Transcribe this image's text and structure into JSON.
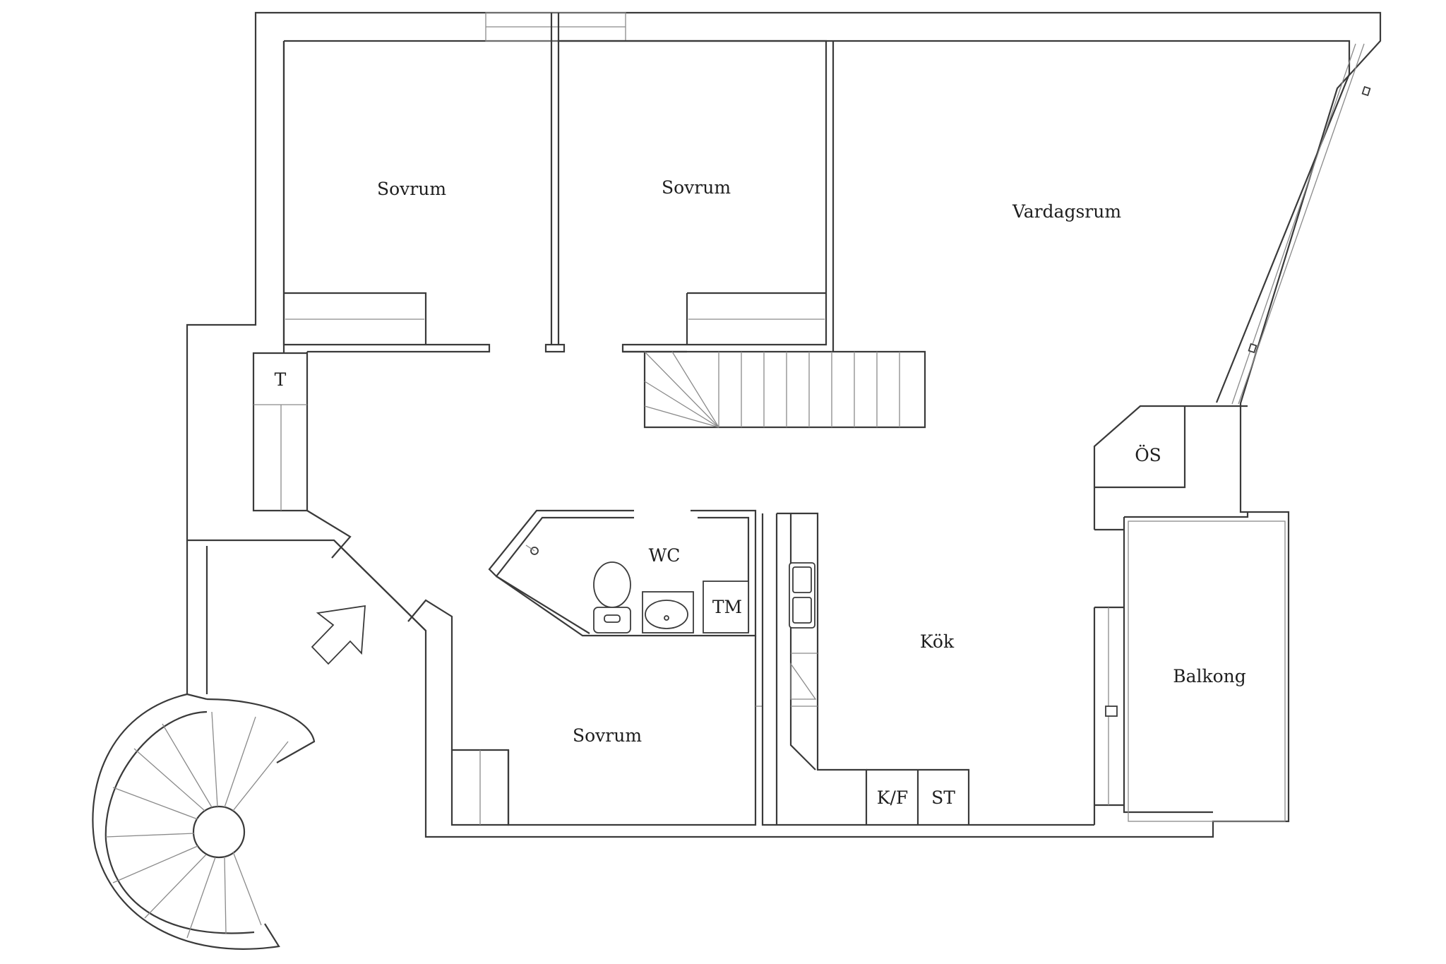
{
  "rooms": {
    "bedroom_1": "Sovrum",
    "bedroom_2": "Sovrum",
    "bedroom_3": "Sovrum",
    "living_room": "Vardagsrum",
    "kitchen": "Kök",
    "balcony": "Balkong",
    "wc": "WC"
  },
  "fixtures": {
    "t": "T",
    "os": "ÖS",
    "tm": "TM",
    "kf": "K/F",
    "st": "ST"
  }
}
